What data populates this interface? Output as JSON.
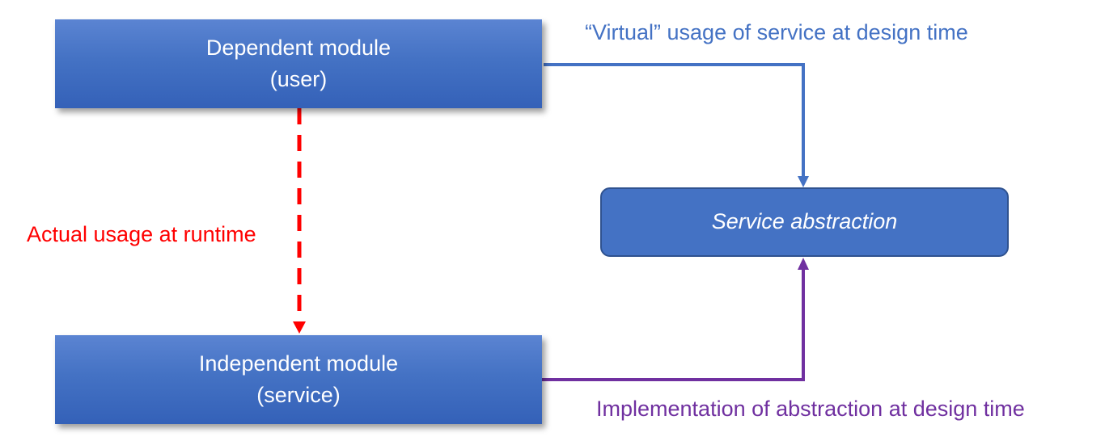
{
  "nodes": {
    "dependent": {
      "line1": "Dependent module",
      "line2": "(user)"
    },
    "independent": {
      "line1": "Independent module",
      "line2": "(service)"
    },
    "abstraction": {
      "label": "Service abstraction"
    }
  },
  "edges": {
    "virtual_usage": {
      "label": "“Virtual” usage of service at design time",
      "color": "#4472c4"
    },
    "actual_usage": {
      "label": "Actual usage at runtime",
      "color": "#ff0000"
    },
    "implementation": {
      "label": "Implementation of abstraction at design time",
      "color": "#7030a0"
    }
  }
}
